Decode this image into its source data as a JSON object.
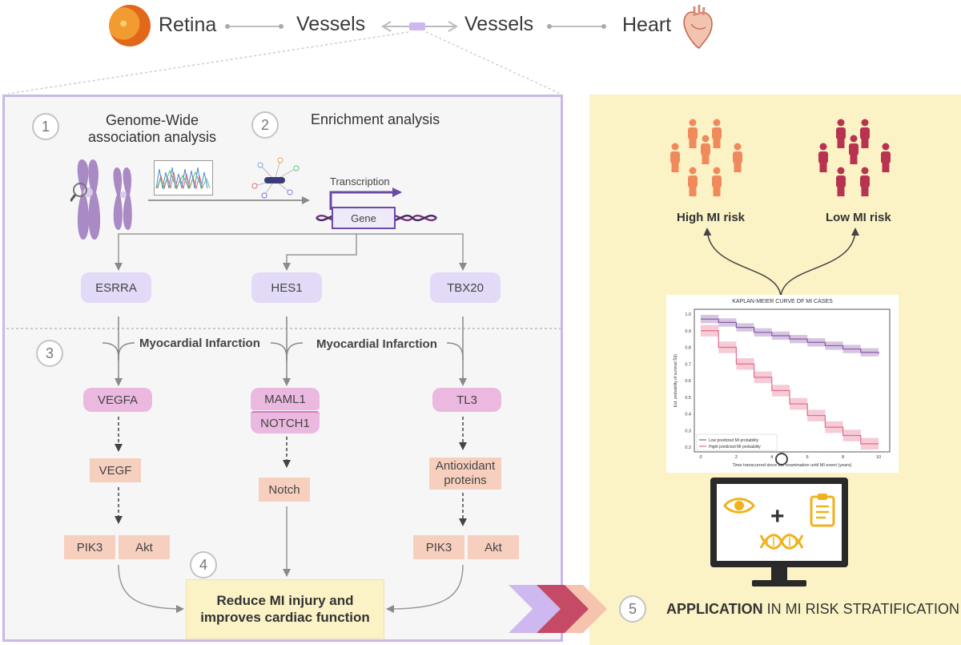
{
  "header": {
    "retina": "Retina",
    "vessels_left": "Vessels",
    "vessels_right": "Vessels",
    "heart": "Heart"
  },
  "steps": {
    "s1_num": "1",
    "s1_title_line1": "Genome-Wide",
    "s1_title_line2": "association analysis",
    "s2_num": "2",
    "s2_title": "Enrichment analysis",
    "transcription": "Transcription",
    "gene": "Gene",
    "s3_num": "3",
    "s4_num": "4",
    "s5_num": "5"
  },
  "genes": {
    "esrra": "ESRRA",
    "hes1": "HES1",
    "tbx20": "TBX20"
  },
  "mi_label": "Myocardial Infarction",
  "targets": {
    "vegfa": "VEGFA",
    "maml1": "MAML1",
    "notch1": "NOTCH1",
    "tl3": "TL3"
  },
  "products": {
    "vegf": "VEGF",
    "notch": "Notch",
    "antiox_line1": "Antioxidant",
    "antiox_line2": "proteins",
    "pik3_left": "PIK3",
    "akt_left": "Akt",
    "pik3_right": "PIK3",
    "akt_right": "Akt"
  },
  "outcome": {
    "line1": "Reduce MI injury and",
    "line2": "improves cardiac function"
  },
  "risk": {
    "high": "High MI risk",
    "low": "Low MI risk"
  },
  "application": {
    "bold": "APPLICATION",
    "rest": " IN MI RISK STRATIFICATION"
  },
  "colors": {
    "lavender": "#c9b8e8",
    "pink": "#ebb9df",
    "salmon": "#f7cfbf",
    "yellow_panel": "#fbf3c6",
    "high_risk": "#f08a5d",
    "low_risk": "#b8334f"
  },
  "chart_data": {
    "type": "line",
    "title": "KAPLAN-MEIER CURVE OF MI CASES",
    "xlabel": "Time transcurred since the examination until MI event (years)",
    "ylabel": "Est. probability of survival Ŝ(t)",
    "xlim": [
      0,
      10
    ],
    "ylim": [
      0.2,
      1.0
    ],
    "xticks": [
      "0",
      "2",
      "4",
      "6",
      "8",
      "10"
    ],
    "yticks": [
      "0.2",
      "0.3",
      "0.4",
      "0.5",
      "0.6",
      "0.7",
      "0.8",
      "0.9",
      "1.0"
    ],
    "legend_position": "bottom-left",
    "series": [
      {
        "name": "Low predicted MI probability",
        "color": "#8a5aa8",
        "x": [
          0,
          1,
          2,
          3,
          4,
          5,
          6,
          7,
          8,
          9,
          10
        ],
        "y": [
          0.97,
          0.95,
          0.92,
          0.89,
          0.87,
          0.85,
          0.83,
          0.81,
          0.79,
          0.77,
          0.76
        ]
      },
      {
        "name": "Hight predicted MI probability",
        "color": "#e36b8a",
        "x": [
          0,
          1,
          2,
          3,
          4,
          5,
          6,
          7,
          8,
          9,
          10
        ],
        "y": [
          0.9,
          0.8,
          0.7,
          0.62,
          0.54,
          0.46,
          0.39,
          0.32,
          0.27,
          0.22,
          0.22
        ]
      }
    ]
  }
}
